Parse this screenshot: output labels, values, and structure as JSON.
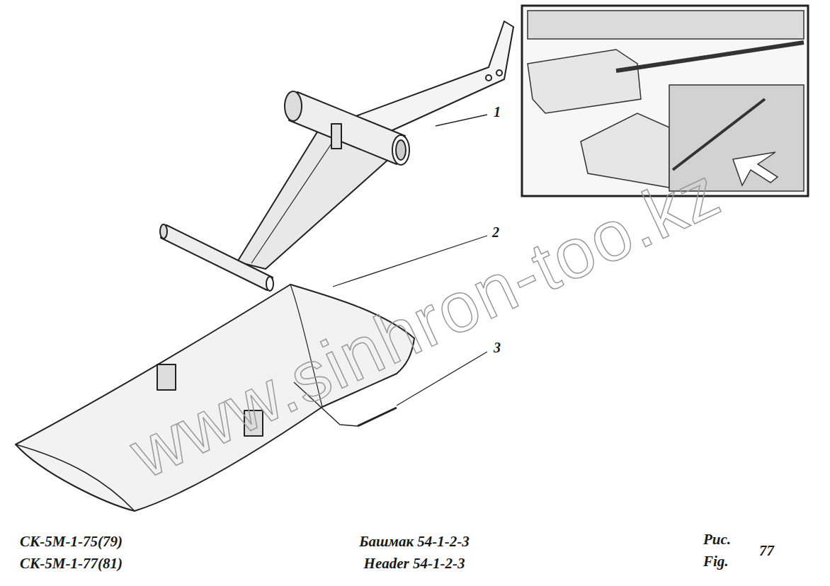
{
  "diagram": {
    "labels": [
      "1",
      "2",
      "3",
      "www.sinhron-too.kz",
      "СК-5М-1-75(79)",
      "СК-5М-1-77(81)",
      "Башмак 54-1-2-3",
      "Header 54-1-2-3",
      "Рис.",
      "Fig.",
      "77"
    ]
  }
}
